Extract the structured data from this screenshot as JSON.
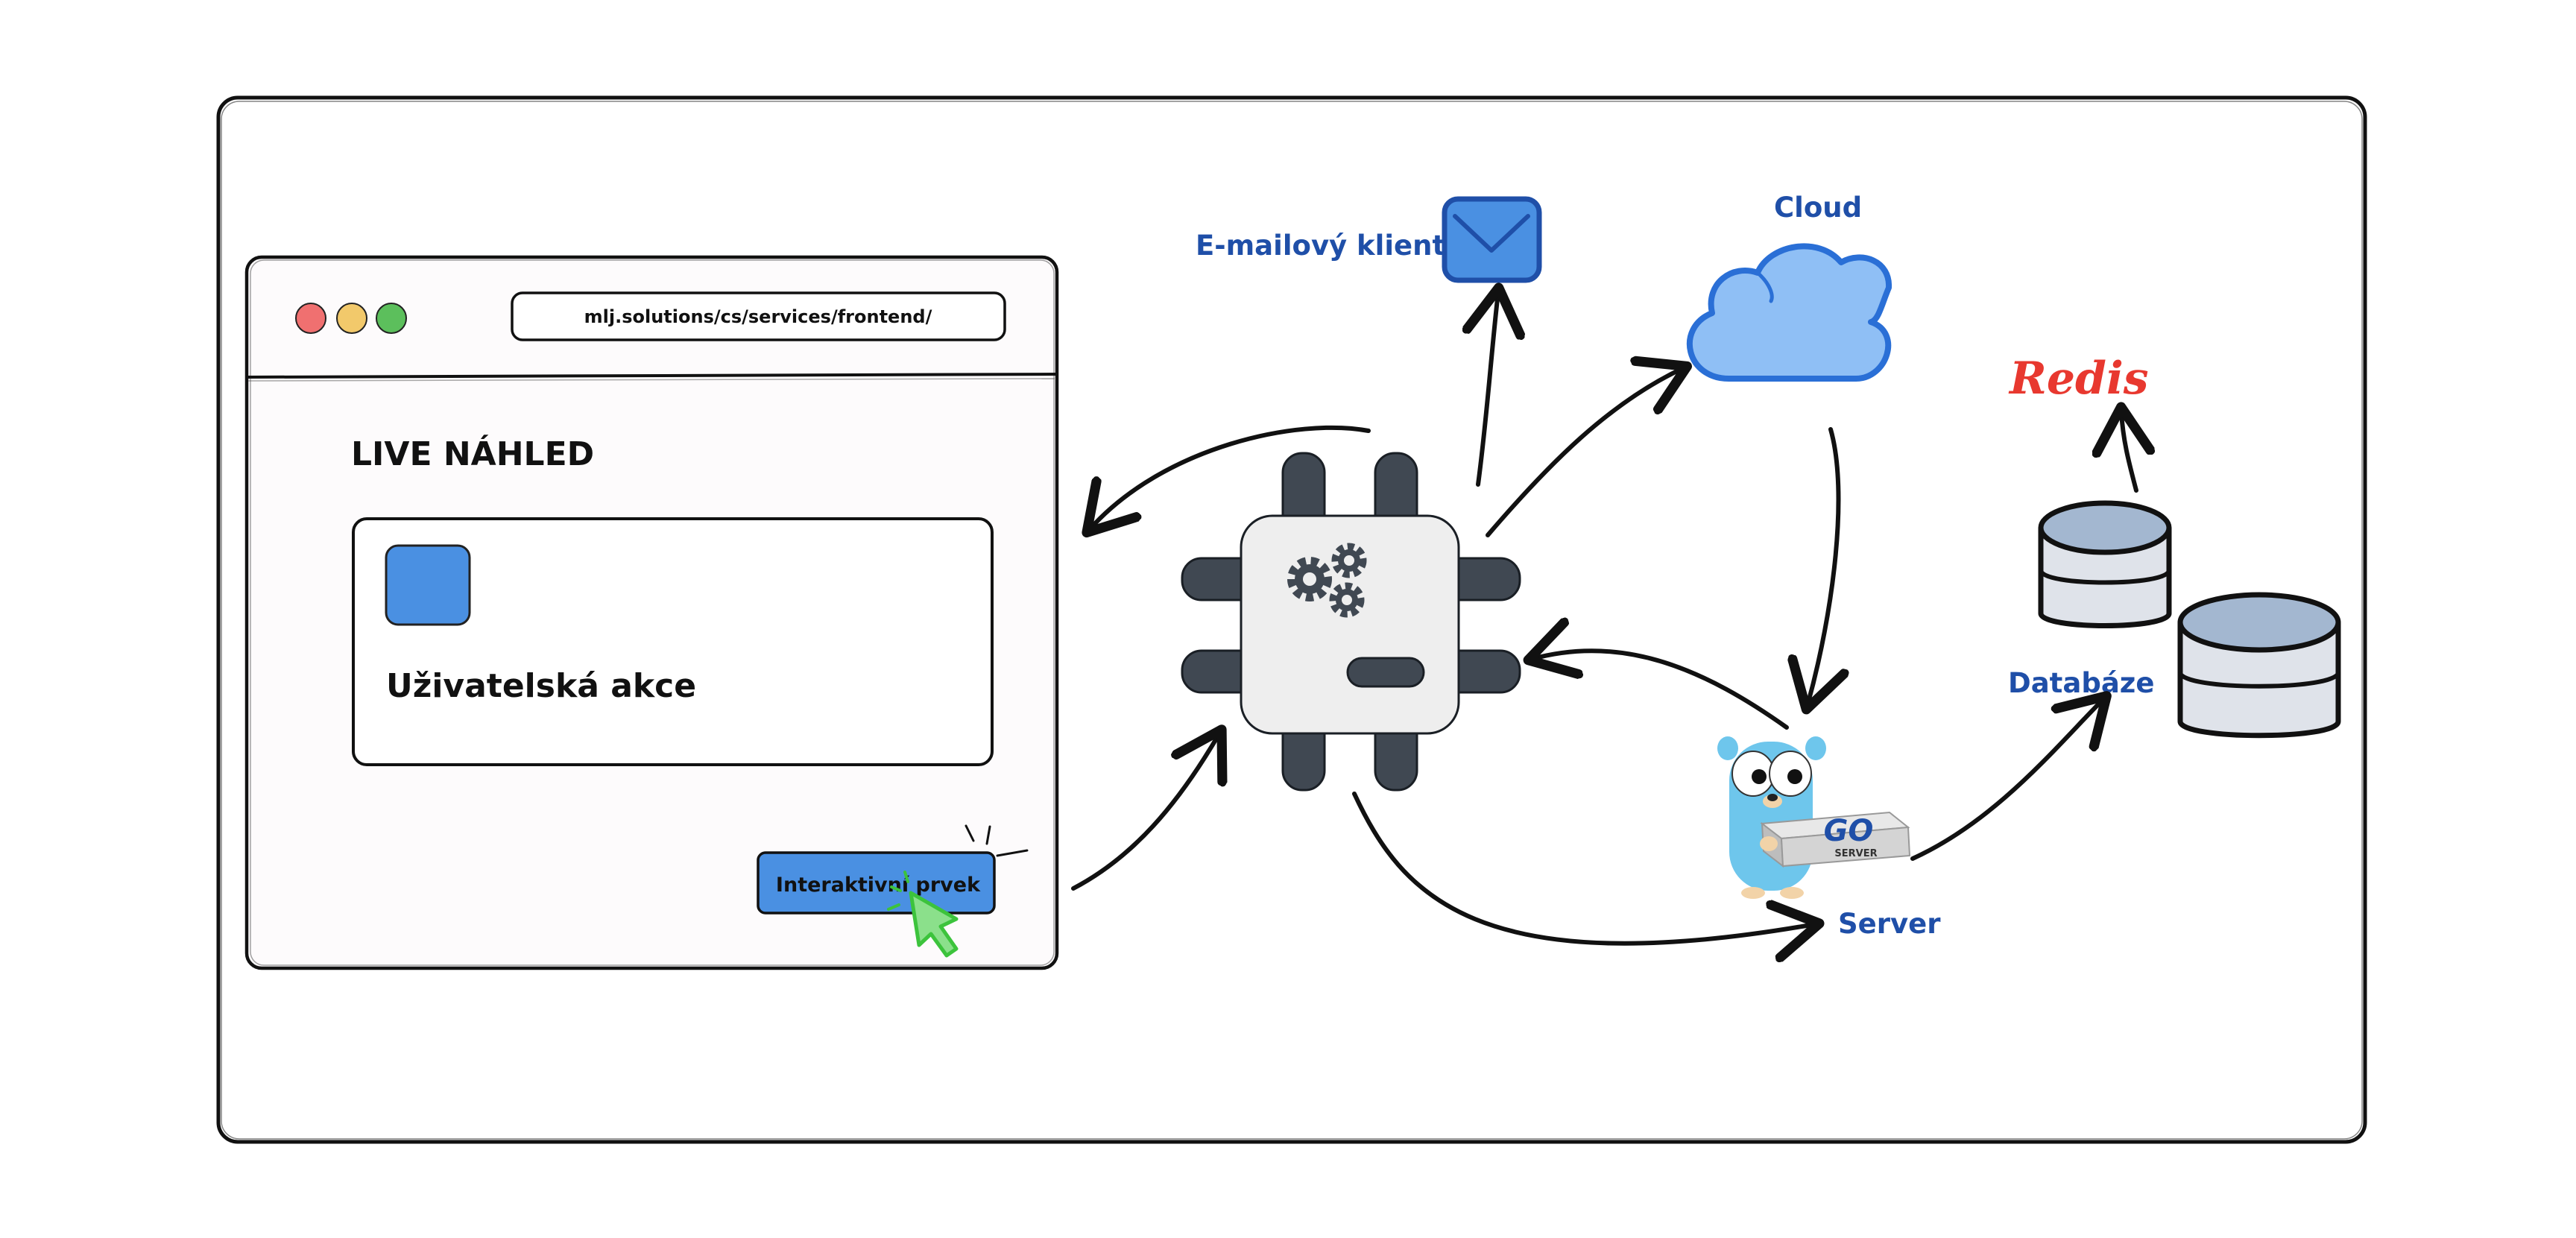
{
  "browser": {
    "url": "mlj.solutions/cs/services/frontend/",
    "heading": "LIVE NÁHLED",
    "card_text": "Uživatelská akce",
    "button_label": "Interaktivní prvek"
  },
  "nodes": {
    "email": "E-mailový klient",
    "cloud": "Cloud",
    "redis": "Redis",
    "database": "Databáze",
    "server": "Server",
    "go_badge": "GO",
    "server_badge": "SERVER"
  },
  "colors": {
    "accent_blue": "#4a90e2",
    "label_blue": "#1f4fa8",
    "redis_red": "#e8382f",
    "cursor_green": "#3cc33c",
    "traffic_red": "#f07070",
    "traffic_yellow": "#f2c96b",
    "traffic_green": "#5cbf5c"
  },
  "icons": [
    "mail-icon",
    "cloud-icon",
    "processor-chip-icon",
    "gear-icon",
    "database-icon",
    "go-gopher-icon",
    "cursor-icon"
  ]
}
